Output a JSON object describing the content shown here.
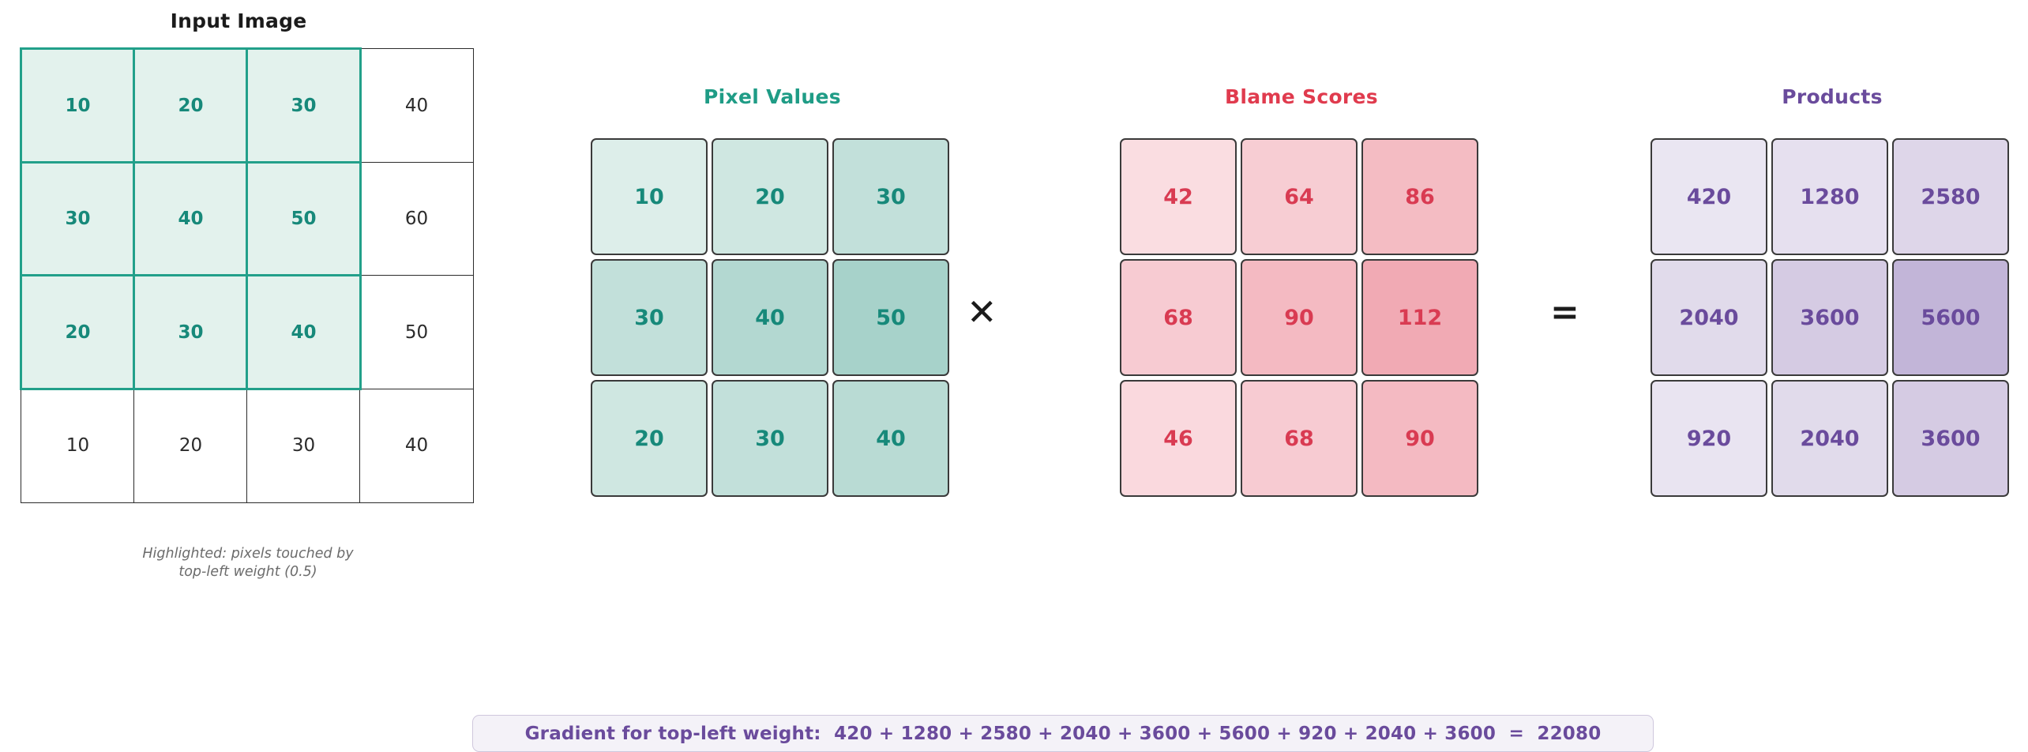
{
  "input_panel": {
    "title": "Input Image",
    "caption_line1": "Highlighted: pixels touched by",
    "caption_line2": "top-left weight (0.5)",
    "rows": [
      [
        {
          "v": "10",
          "hl": true
        },
        {
          "v": "20",
          "hl": true
        },
        {
          "v": "30",
          "hl": true
        },
        {
          "v": "40",
          "hl": false
        }
      ],
      [
        {
          "v": "30",
          "hl": true
        },
        {
          "v": "40",
          "hl": true
        },
        {
          "v": "50",
          "hl": true
        },
        {
          "v": "60",
          "hl": false
        }
      ],
      [
        {
          "v": "20",
          "hl": true
        },
        {
          "v": "30",
          "hl": true
        },
        {
          "v": "40",
          "hl": true
        },
        {
          "v": "50",
          "hl": false
        }
      ],
      [
        {
          "v": "10",
          "hl": false
        },
        {
          "v": "20",
          "hl": false
        },
        {
          "v": "30",
          "hl": false
        },
        {
          "v": "40",
          "hl": false
        }
      ]
    ]
  },
  "operators": {
    "times": "✕",
    "equals": "="
  },
  "panels": [
    {
      "id": "pixel",
      "title": "Pixel Values",
      "title_color": "#1f9c86",
      "text_color": "#17897a",
      "cells": [
        {
          "value": "10",
          "bg": "#ddeeea"
        },
        {
          "value": "20",
          "bg": "#cfe7e1"
        },
        {
          "value": "30",
          "bg": "#c2e0da"
        },
        {
          "value": "30",
          "bg": "#c2e0da"
        },
        {
          "value": "40",
          "bg": "#b3d8d1"
        },
        {
          "value": "50",
          "bg": "#a7d2ca"
        },
        {
          "value": "20",
          "bg": "#cfe7e1"
        },
        {
          "value": "30",
          "bg": "#c2e0da"
        },
        {
          "value": "40",
          "bg": "#b9dbd4"
        }
      ]
    },
    {
      "id": "blame",
      "title": "Blame Scores",
      "title_color": "#e03b4e",
      "text_color": "#d93b52",
      "cells": [
        {
          "value": "42",
          "bg": "#fadde1"
        },
        {
          "value": "64",
          "bg": "#f7cdd3"
        },
        {
          "value": "86",
          "bg": "#f4bcc3"
        },
        {
          "value": "68",
          "bg": "#f7cbd2"
        },
        {
          "value": "90",
          "bg": "#f4bac2"
        },
        {
          "value": "112",
          "bg": "#f1aab4"
        },
        {
          "value": "46",
          "bg": "#fad9de"
        },
        {
          "value": "68",
          "bg": "#f7cbd2"
        },
        {
          "value": "90",
          "bg": "#f4bac2"
        }
      ]
    },
    {
      "id": "products",
      "title": "Products",
      "title_color": "#6a4b9c",
      "text_color": "#6a4b9c",
      "cells": [
        {
          "value": "420",
          "bg": "#eae6f2"
        },
        {
          "value": "1280",
          "bg": "#e6e0ef"
        },
        {
          "value": "2580",
          "bg": "#ded6e9"
        },
        {
          "value": "2040",
          "bg": "#e1dbeb"
        },
        {
          "value": "3600",
          "bg": "#d5cbe3"
        },
        {
          "value": "5600",
          "bg": "#c2b5d8"
        },
        {
          "value": "920",
          "bg": "#e9e4f1"
        },
        {
          "value": "2040",
          "bg": "#e1dbeb"
        },
        {
          "value": "3600",
          "bg": "#d5cbe3"
        }
      ]
    }
  ],
  "gradient_bar": {
    "text": "Gradient for top-left weight:  420 + 1280 + 2580 + 2040 + 3600 + 5600 + 920 + 2040 + 3600  =  22080",
    "accent_color": "#6a4b9c"
  },
  "chart_data": {
    "type": "table",
    "title": "Backprop gradient for top-left convolution weight",
    "tables": [
      {
        "name": "Input Image",
        "rows": [
          [
            10,
            20,
            30,
            40
          ],
          [
            30,
            40,
            50,
            60
          ],
          [
            20,
            30,
            40,
            50
          ],
          [
            10,
            20,
            30,
            40
          ]
        ],
        "highlighted_region": "rows 0-2, cols 0-2"
      },
      {
        "name": "Pixel Values",
        "rows": [
          [
            10,
            20,
            30
          ],
          [
            30,
            40,
            50
          ],
          [
            20,
            30,
            40
          ]
        ]
      },
      {
        "name": "Blame Scores",
        "rows": [
          [
            42,
            64,
            86
          ],
          [
            68,
            90,
            112
          ],
          [
            46,
            68,
            90
          ]
        ]
      },
      {
        "name": "Products",
        "rows": [
          [
            420,
            1280,
            2580
          ],
          [
            2040,
            3600,
            5600
          ],
          [
            920,
            2040,
            3600
          ]
        ]
      }
    ],
    "equation": "Pixel Values × Blame Scores = Products",
    "sum": 22080
  }
}
